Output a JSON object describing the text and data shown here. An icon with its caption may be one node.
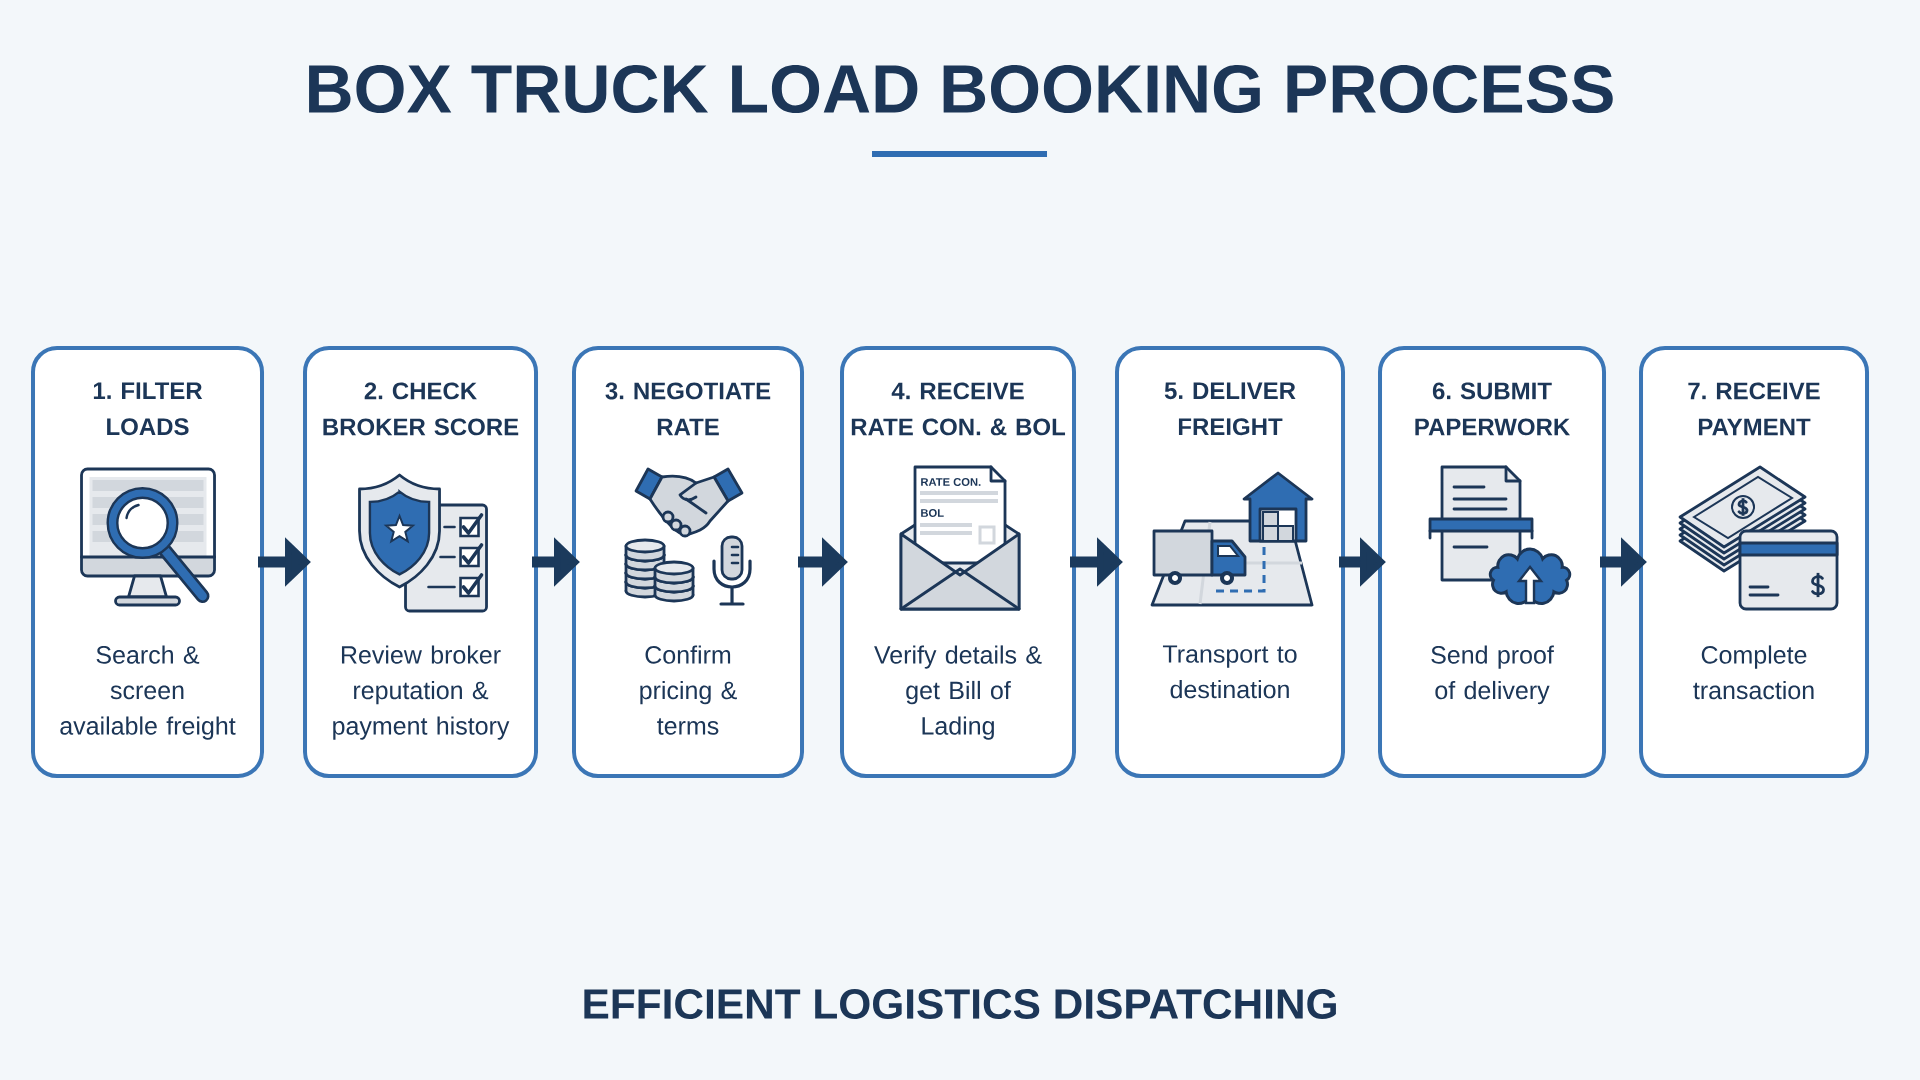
{
  "diagram": {
    "title": "BOX TRUCK LOAD BOOKING PROCESS",
    "caption": "EFFICIENT LOGISTICS DISPATCHING",
    "nodes": [
      {
        "text": [
          "1. FILTER LOADS",
          "Search & screen available freight"
        ]
      },
      {
        "text": [
          "2. CHECK BROKER SCORE",
          "Review broker reputation & payment history"
        ]
      },
      {
        "text": [
          "3. NEGOTIATE RATE",
          "Confirm pricing & terms"
        ]
      },
      {
        "text": [
          "4. RECEIVE RATE CON. & BOL",
          "Verify details & get Bill of Lading"
        ]
      },
      {
        "text": [
          "5. DELIVER FREIGHT",
          "Transport to destination"
        ]
      },
      {
        "text": [
          "6. SUBMIT PAPERWORK",
          "Send proof of delivery"
        ]
      },
      {
        "text": [
          "7. RECEIVE PAYMENT",
          "Complete transaction"
        ]
      }
    ],
    "edges": [
      {
        "from": 0,
        "to": 1,
        "arrow": "to"
      },
      {
        "from": 1,
        "to": 2,
        "arrow": "to"
      },
      {
        "from": 2,
        "to": 3,
        "arrow": "to"
      },
      {
        "from": 3,
        "to": 4,
        "arrow": "to"
      },
      {
        "from": 4,
        "to": 5,
        "arrow": "to"
      },
      {
        "from": 5,
        "to": 6,
        "arrow": "to"
      }
    ],
    "labels": [
      "RATE CON.",
      "BOL"
    ]
  }
}
